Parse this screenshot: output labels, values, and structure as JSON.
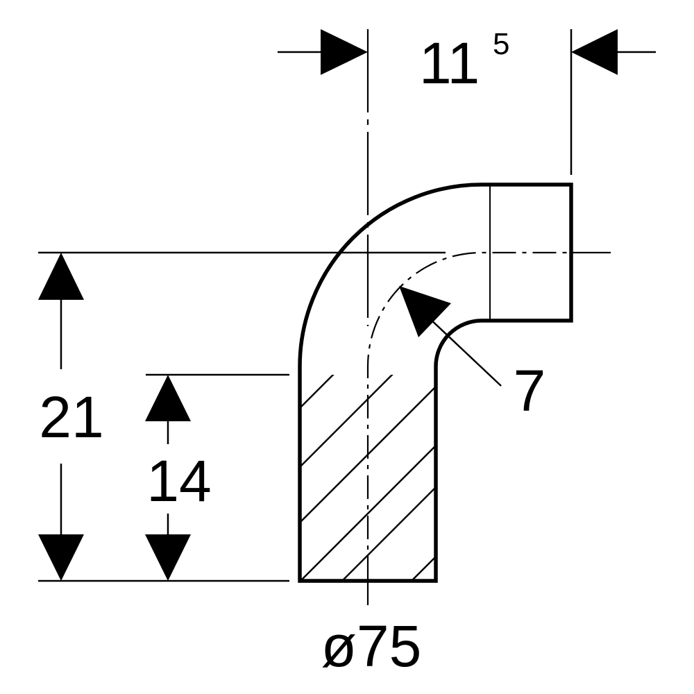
{
  "dimensions": {
    "width_top": {
      "main": "11",
      "superscript": "5"
    },
    "height_total": "21",
    "height_lower": "14",
    "bend_radius": "7",
    "diameter": "ø75"
  },
  "colors": {
    "line": "#000000",
    "background": "#ffffff"
  }
}
